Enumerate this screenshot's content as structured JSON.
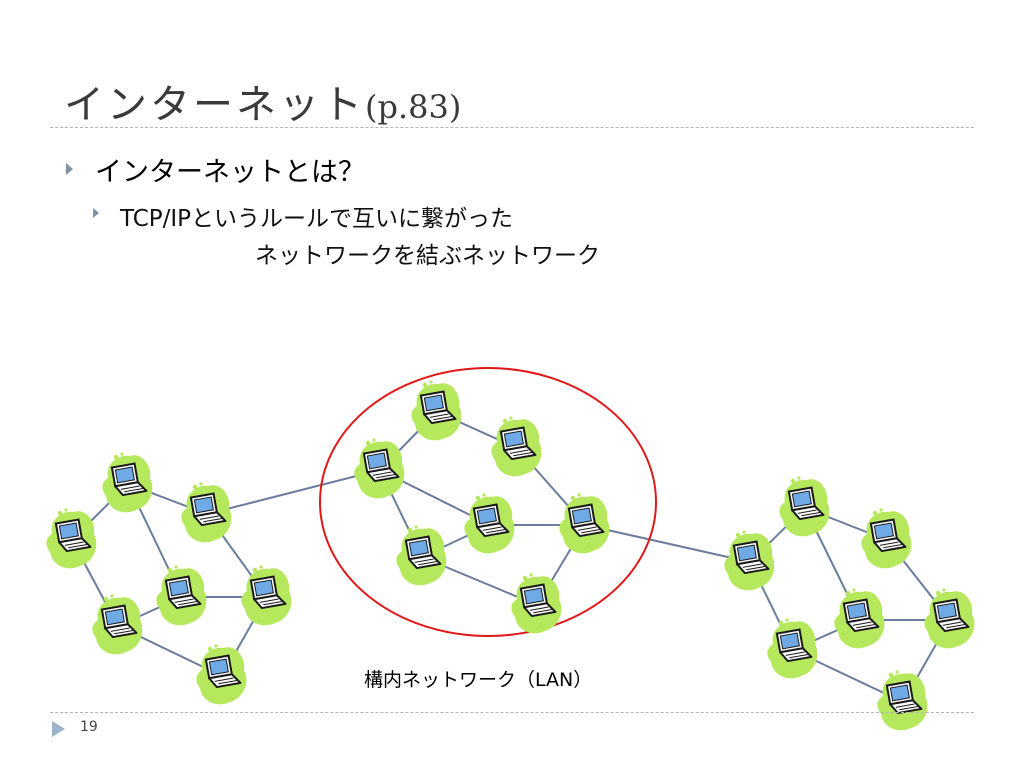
{
  "slide": {
    "title": "インターネット",
    "title_page_ref": "(p.83)",
    "bullet1": "インターネットとは？",
    "bullet2_line1": "TCP/IPというルールで互いに繋がった",
    "bullet2_line2": "ネットワークを結ぶネットワーク",
    "lan_label": "構内ネットワーク（LAN）",
    "page_number": "19"
  },
  "colors": {
    "title": "#3a3a3a",
    "bullet_arrow": "#7d93a8",
    "rule": "#b4b4b4",
    "link_line": "#6b7d9c",
    "lan_circle": "#e01818",
    "node_blob": "#b5e85c",
    "laptop_screen": "#6fa9e6"
  },
  "icons": {
    "node": "laptop-icon",
    "bullet": "triangle-right-icon"
  }
}
